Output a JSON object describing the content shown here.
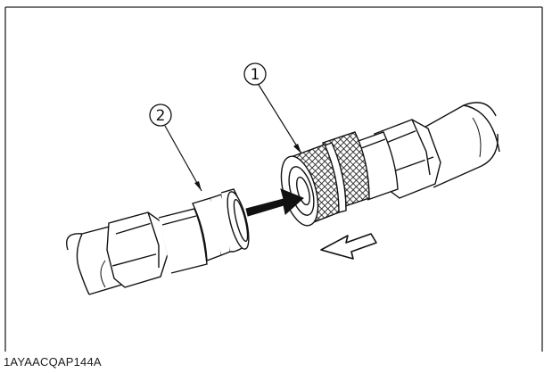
{
  "callouts": [
    {
      "id": "1",
      "label": "1"
    },
    {
      "id": "2",
      "label": "2"
    }
  ],
  "figure_code": "1AYAACQAP144A",
  "colors": {
    "line": "#111111",
    "frame": "#222222",
    "background": "#ffffff"
  }
}
